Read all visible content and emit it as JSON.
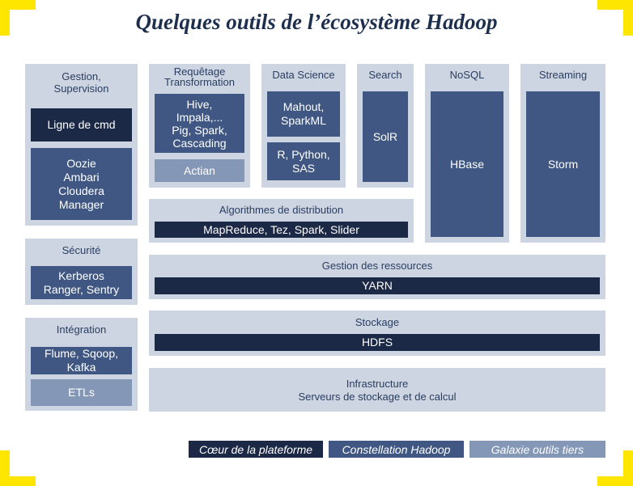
{
  "title": "Quelques outils de l’écosystème Hadoop",
  "colors": {
    "corner": "#ffe600",
    "panel": "#cdd5e2",
    "core": "#1b2846",
    "constellation": "#3f5782",
    "galaxie": "#8597b6",
    "title": "#1e2f4e"
  },
  "gestion": {
    "label_line1": "Gestion,",
    "label_line2": "Supervision",
    "cmd": "Ligne de cmd",
    "tools": [
      "Oozie",
      "Ambari",
      "Cloudera",
      "Manager"
    ]
  },
  "securite": {
    "label": "Sécurité",
    "tools": [
      "Kerberos",
      "Ranger, Sentry"
    ]
  },
  "integration": {
    "label": "Intégration",
    "tools": [
      "Flume, Sqoop,",
      "Kafka"
    ],
    "etl": "ETLs"
  },
  "requetage": {
    "label_line1": "Requêtage",
    "label_line2": "Transformation",
    "tools": [
      "Hive,",
      "Impala,...",
      "Pig, Spark,",
      "Cascading"
    ],
    "actian": "Actian"
  },
  "datascience": {
    "label": "Data Science",
    "tools1": [
      "Mahout,",
      "SparkML"
    ],
    "tools2": [
      "R, Python,",
      "SAS"
    ]
  },
  "search": {
    "label": "Search",
    "tool": "SolR"
  },
  "nosql": {
    "label": "NoSQL",
    "tool": "HBase"
  },
  "streaming": {
    "label": "Streaming",
    "tool": "Storm"
  },
  "algorithmes": {
    "label": "Algorithmes de distribution",
    "tools": "MapReduce, Tez, Spark, Slider"
  },
  "ressources": {
    "label": "Gestion des ressources",
    "tool": "YARN"
  },
  "stockage": {
    "label": "Stockage",
    "tool": "HDFS"
  },
  "infrastructure": {
    "label_line1": "Infrastructure",
    "label_line2": "Serveurs de stockage et de calcul"
  },
  "legend": {
    "core": "Cœur de la plateforme",
    "constellation": "Constellation Hadoop",
    "galaxie": "Galaxie outils tiers"
  }
}
